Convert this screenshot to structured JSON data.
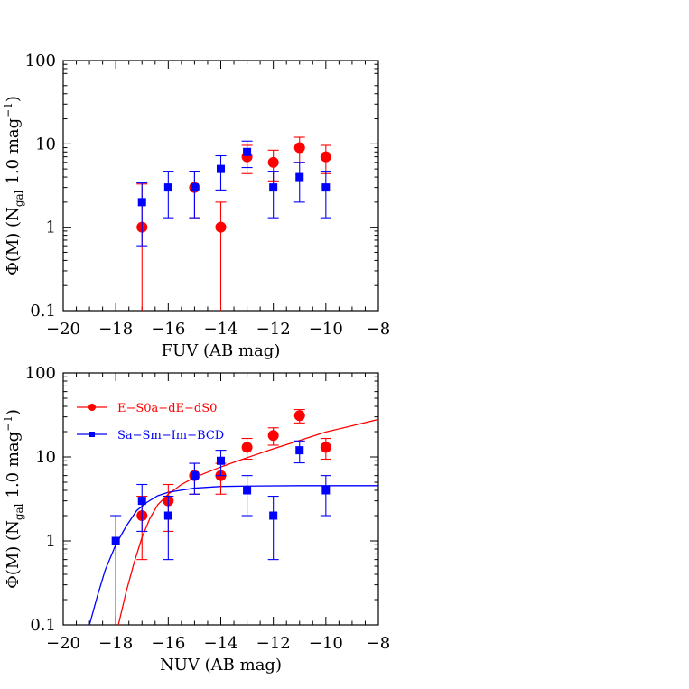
{
  "chart_data": [
    {
      "type": "scatter",
      "panel": "top",
      "title": "",
      "xlabel": "FUV (AB mag)",
      "ylabel": "Φ(M)  (N",
      "ylabel_sub": "gal",
      "ylabel_rest": "1.0 mag",
      "ylabel_sup": "−1",
      "ylabel_close": ")",
      "xlim": [
        -20,
        -8
      ],
      "ylim": [
        0.1,
        100
      ],
      "yscale": "log",
      "x_ticks": [
        "−20",
        "−18",
        "−16",
        "−14",
        "−12",
        "−10",
        "−8"
      ],
      "y_ticks": [
        "0.1",
        "1",
        "10",
        "100"
      ],
      "legend": null,
      "series": [
        {
          "color": "#ff0000",
          "marker": "circle",
          "points": [
            {
              "x": -17,
              "y": 1,
              "lo": 0.0001,
              "hi": 3.3
            },
            {
              "x": -15,
              "y": 3,
              "lo": 1.3,
              "hi": 4.7
            },
            {
              "x": -14,
              "y": 1,
              "lo": 0.0001,
              "hi": 2.0
            },
            {
              "x": -13,
              "y": 7,
              "lo": 4.4,
              "hi": 9.6
            },
            {
              "x": -12,
              "y": 6,
              "lo": 3.6,
              "hi": 8.4
            },
            {
              "x": -11,
              "y": 9,
              "lo": 6.0,
              "hi": 12.0
            },
            {
              "x": -10,
              "y": 7,
              "lo": 4.4,
              "hi": 9.6
            }
          ]
        },
        {
          "color": "#0000ff",
          "marker": "square",
          "points": [
            {
              "x": -17,
              "y": 2,
              "lo": 0.6,
              "hi": 3.4
            },
            {
              "x": -16,
              "y": 3,
              "lo": 1.3,
              "hi": 4.7
            },
            {
              "x": -15,
              "y": 3,
              "lo": 1.3,
              "hi": 4.7
            },
            {
              "x": -14,
              "y": 5,
              "lo": 2.8,
              "hi": 7.2
            },
            {
              "x": -13,
              "y": 8,
              "lo": 5.2,
              "hi": 10.8
            },
            {
              "x": -12,
              "y": 3,
              "lo": 1.3,
              "hi": 4.7
            },
            {
              "x": -11,
              "y": 4,
              "lo": 2.0,
              "hi": 6.0
            },
            {
              "x": -10,
              "y": 3,
              "lo": 1.3,
              "hi": 4.7
            }
          ]
        }
      ],
      "curves": []
    },
    {
      "type": "scatter",
      "panel": "bottom",
      "title": "",
      "xlabel": "NUV (AB mag)",
      "ylabel": "Φ(M)  (N",
      "ylabel_sub": "gal",
      "ylabel_rest": "1.0 mag",
      "ylabel_sup": "−1",
      "ylabel_close": ")",
      "xlim": [
        -20,
        -8
      ],
      "ylim": [
        0.1,
        100
      ],
      "yscale": "log",
      "x_ticks": [
        "−20",
        "−18",
        "−16",
        "−14",
        "−12",
        "−10",
        "−8"
      ],
      "y_ticks": [
        "0.1",
        "1",
        "10",
        "100"
      ],
      "legend": "top-left",
      "series": [
        {
          "name": "E−S0a−dE−dS0",
          "color": "#ff0000",
          "marker": "circle",
          "points": [
            {
              "x": -17,
              "y": 2,
              "lo": 0.6,
              "hi": 3.4
            },
            {
              "x": -16,
              "y": 3,
              "lo": 1.3,
              "hi": 4.7
            },
            {
              "x": -15,
              "y": 6,
              "lo": 3.6,
              "hi": 8.4
            },
            {
              "x": -14,
              "y": 6,
              "lo": 3.6,
              "hi": 8.4
            },
            {
              "x": -13,
              "y": 13,
              "lo": 9.4,
              "hi": 16.6
            },
            {
              "x": -12,
              "y": 18,
              "lo": 13.8,
              "hi": 22.2
            },
            {
              "x": -11,
              "y": 31,
              "lo": 25.4,
              "hi": 36.6
            },
            {
              "x": -10,
              "y": 13,
              "lo": 9.4,
              "hi": 16.6
            }
          ]
        },
        {
          "name": "Sa−Sm−Im−BCD",
          "color": "#0000ff",
          "marker": "square",
          "points": [
            {
              "x": -18,
              "y": 1,
              "lo": 0.0001,
              "hi": 2.0
            },
            {
              "x": -17,
              "y": 3,
              "lo": 1.3,
              "hi": 4.7
            },
            {
              "x": -16,
              "y": 2,
              "lo": 0.6,
              "hi": 3.4
            },
            {
              "x": -15,
              "y": 6,
              "lo": 3.6,
              "hi": 8.4
            },
            {
              "x": -14,
              "y": 9,
              "lo": 6.0,
              "hi": 12.0
            },
            {
              "x": -13,
              "y": 4,
              "lo": 2.0,
              "hi": 6.0
            },
            {
              "x": -12,
              "y": 2,
              "lo": 0.6,
              "hi": 3.4
            },
            {
              "x": -11,
              "y": 12,
              "lo": 8.5,
              "hi": 15.5
            },
            {
              "x": -10,
              "y": 4,
              "lo": 2.0,
              "hi": 6.0
            }
          ]
        }
      ],
      "curves": [
        {
          "color": "#ff0000",
          "points": [
            [
              -17.9,
              0.1
            ],
            [
              -17.6,
              0.25
            ],
            [
              -17.3,
              0.55
            ],
            [
              -17.0,
              1.1
            ],
            [
              -16.7,
              1.85
            ],
            [
              -16.4,
              2.7
            ],
            [
              -16.0,
              3.6
            ],
            [
              -15.5,
              4.7
            ],
            [
              -15.0,
              5.7
            ],
            [
              -14.0,
              7.6
            ],
            [
              -13.0,
              9.8
            ],
            [
              -12.0,
              12.5
            ],
            [
              -11.0,
              15.7
            ],
            [
              -10.0,
              19.8
            ],
            [
              -9.0,
              23.5
            ],
            [
              -8.0,
              28.0
            ]
          ]
        },
        {
          "color": "#0000ff",
          "points": [
            [
              -19.0,
              0.1
            ],
            [
              -18.7,
              0.22
            ],
            [
              -18.4,
              0.45
            ],
            [
              -18.0,
              0.9
            ],
            [
              -17.6,
              1.5
            ],
            [
              -17.2,
              2.3
            ],
            [
              -16.8,
              2.9
            ],
            [
              -16.4,
              3.45
            ],
            [
              -16.0,
              3.8
            ],
            [
              -15.0,
              4.25
            ],
            [
              -14.0,
              4.45
            ],
            [
              -13.0,
              4.5
            ],
            [
              -11.0,
              4.55
            ],
            [
              -8.0,
              4.55
            ]
          ]
        }
      ]
    }
  ]
}
